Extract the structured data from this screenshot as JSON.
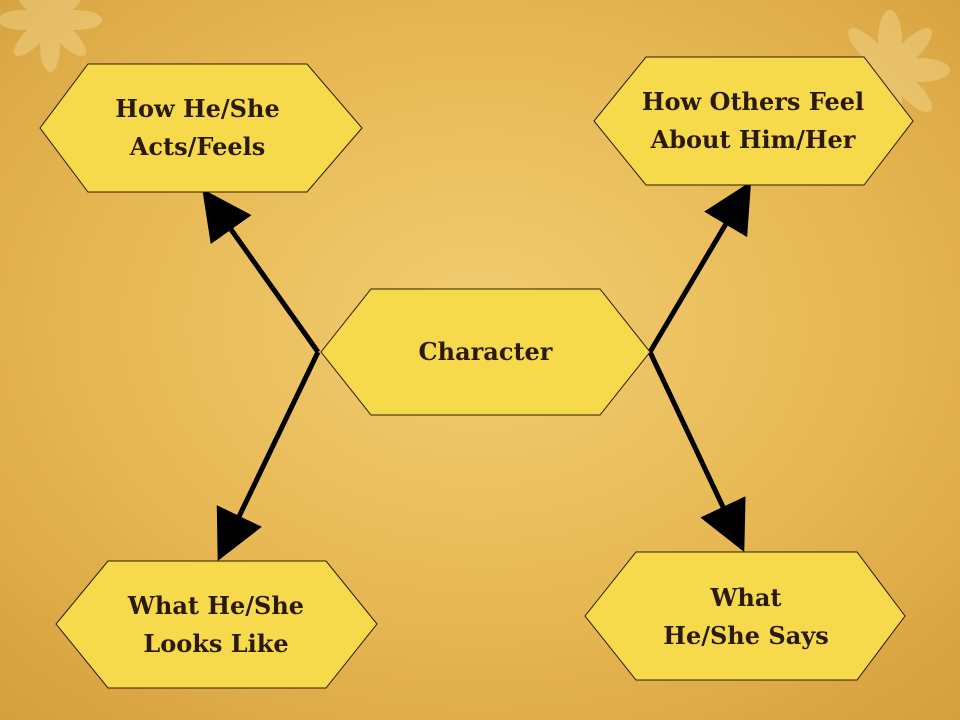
{
  "diagram": {
    "center": {
      "lines": [
        "Character"
      ]
    },
    "top_left": {
      "lines": [
        "How He/She",
        "Acts/Feels"
      ]
    },
    "top_right": {
      "lines": [
        "How Others Feel",
        "About Him/Her"
      ]
    },
    "bottom_left": {
      "lines": [
        "What He/She",
        "Looks Like"
      ]
    },
    "bottom_right": {
      "lines": [
        "What",
        "He/She Says"
      ]
    }
  },
  "colors": {
    "hexagon_fill": "#f7d94c",
    "hexagon_stroke": "#2a1a0c",
    "arrow": "#000000",
    "text": "#2a1a0c"
  }
}
